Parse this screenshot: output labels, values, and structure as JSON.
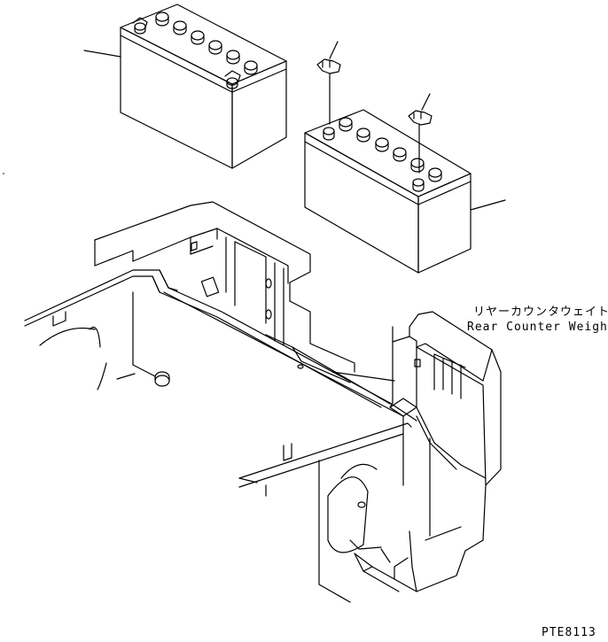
{
  "labels": {
    "part_name_jp": "リヤーカウンタウェイト",
    "part_name_en": "Rear Counter Weight",
    "drawing_code": "PTE8113"
  },
  "colors": {
    "line": "#000000",
    "background": "#ffffff"
  },
  "icons": [
    "battery-left-illustration",
    "battery-right-illustration",
    "battery-terminal-clamp-icon",
    "counterweight-illustration",
    "frame-illustration"
  ]
}
